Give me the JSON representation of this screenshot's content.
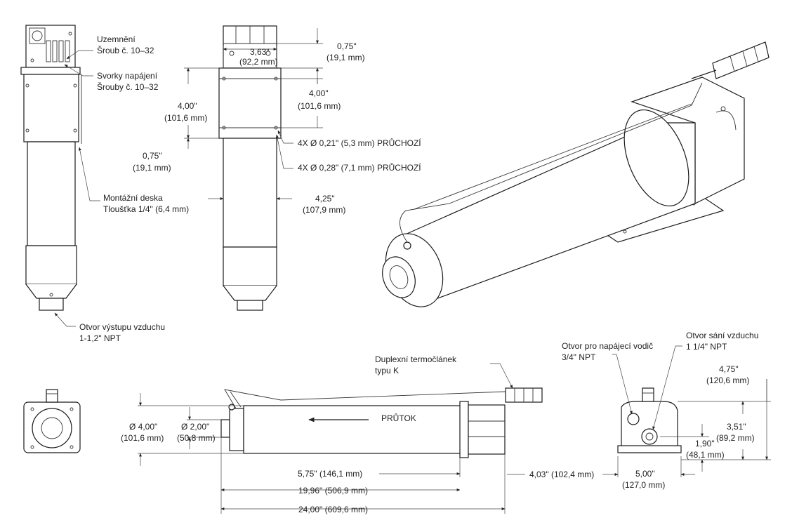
{
  "labels": {
    "grounding_1": "Uzemnění",
    "grounding_2": "Šroub č. 10–32",
    "power_terminals_1": "Svorky napájení",
    "power_terminals_2": "Šrouby č. 10–32",
    "mounting_plate_1": "Montážní deska",
    "mounting_plate_2": "Tloušťka 1/4\" (6,4 mm)",
    "air_outlet_1": "Otvor výstupu vzduchu",
    "air_outlet_2": "1-1,2\" NPT",
    "hole_small": "4X Ø 0,21\" (5,3 mm) PRŮCHOZÍ",
    "hole_large": "4X Ø 0,28\" (7,1 mm) PRŮCHOZÍ",
    "thermocouple_1": "Duplexní termočlánek",
    "thermocouple_2": "typu K",
    "flow": "PRŮTOK",
    "power_lead_1": "Otvor pro napájecí vodič",
    "power_lead_2": "3/4\" NPT",
    "air_intake_1": "Otvor sání vzduchu",
    "air_intake_2": "1 1/4\" NPT"
  },
  "dimensions": {
    "top_width_in": "3,63\"",
    "top_width_mm": "(92,2 mm)",
    "top_075_in": "0,75\"",
    "top_075_mm": "(19,1 mm)",
    "right_400_in": "4,00\"",
    "right_400_mm": "(101,6 mm)",
    "left_400_in": "4,00\"",
    "left_400_mm": "(101,6 mm)",
    "left_075_in": "0,75\"",
    "left_075_mm": "(19,1 mm)",
    "width_425_in": "4,25\"",
    "width_425_mm": "(107,9 mm)",
    "dia_400_in": "Ø 4,00\"",
    "dia_400_mm": "(101,6 mm)",
    "dia_200_in": "Ø 2,00\"",
    "dia_200_mm": "(50,8 mm)",
    "len_575": "5,75\" (146,1 mm)",
    "len_1996": "19,96\" (506,9 mm)",
    "len_2400": "24,00\" (609,6 mm)",
    "len_403": "4,03\" (102,4 mm)",
    "h_475_in": "4,75\"",
    "h_475_mm": "(120,6 mm)",
    "h_351_in": "3,51\"",
    "h_351_mm": "(89,2 mm)",
    "h_190_in": "1,90\"",
    "h_190_mm": "(48,1 mm)",
    "w_500_in": "5,00\"",
    "w_500_mm": "(127,0 mm)"
  }
}
